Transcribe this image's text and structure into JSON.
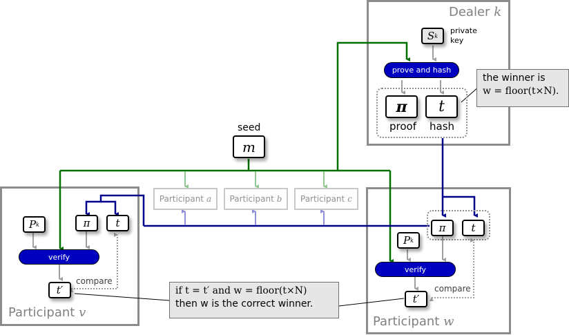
{
  "colors": {
    "seed_line": "#007000",
    "proof_line": "#00008c",
    "verify_pill": "#0000c0",
    "panel_border": "#8c8c8c",
    "faint_participant": "#c8c8c8"
  },
  "dealer": {
    "title": "Dealer",
    "title_var": "k",
    "secret_key": {
      "symbol": "S",
      "subscript": "k",
      "label_line1": "private",
      "label_line2": "key"
    },
    "operation": "prove and hash",
    "proof": {
      "symbol": "π",
      "label": "proof"
    },
    "hash": {
      "symbol": "t",
      "label": "hash"
    },
    "winner_callout": {
      "line1": "the winner is",
      "line2": "w = floor(t×N)."
    }
  },
  "seed": {
    "label": "seed",
    "symbol": "m"
  },
  "other_participants": [
    {
      "name": "Participant",
      "var": "a"
    },
    {
      "name": "Participant",
      "var": "b"
    },
    {
      "name": "Participant",
      "var": "c"
    }
  ],
  "participant_v": {
    "title": "Participant",
    "title_var": "v",
    "public_key": {
      "symbol": "P",
      "subscript": "k"
    },
    "proof_symbol": "π",
    "hash_symbol": "t",
    "operation": "verify",
    "result_symbol": "t′",
    "compare_label": "compare"
  },
  "participant_w": {
    "title": "Participant",
    "title_var": "w",
    "public_key": {
      "symbol": "P",
      "subscript": "k"
    },
    "proof_symbol": "π",
    "hash_symbol": "t",
    "operation": "verify",
    "result_symbol": "t′",
    "compare_label": "compare"
  },
  "verify_callout": {
    "line1": "if t = t′ and w = floor(t×N)",
    "line2": "then w is the correct winner."
  }
}
